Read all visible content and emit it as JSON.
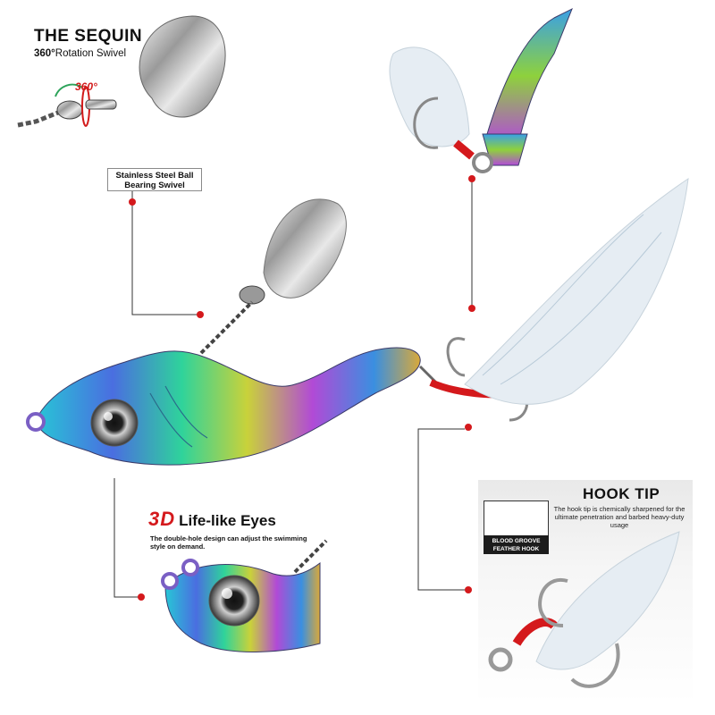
{
  "sequin": {
    "title": "THE SEQUIN",
    "subtitle_bold": "360°",
    "subtitle_rest": "Rotation Swivel",
    "degree_label": "360°"
  },
  "callout": {
    "line1": "Stainless Steel Ball",
    "line2": "Bearing Swivel"
  },
  "eyes": {
    "prefix": "3D",
    "title": "Life-like Eyes",
    "description": "The double-hole design can adjust the swimming style on demand."
  },
  "hook_tip": {
    "title": "HOOK TIP",
    "description": "The hook tip is chemically sharpened for the ultimate penetration and barbed heavy-duty usage",
    "badge_line1": "BLOOD GROOVE",
    "badge_line2": "FEATHER HOOK"
  },
  "colors": {
    "accent_red": "#d4191c",
    "leader_line": "#333333",
    "feather": "#e6edf3"
  }
}
